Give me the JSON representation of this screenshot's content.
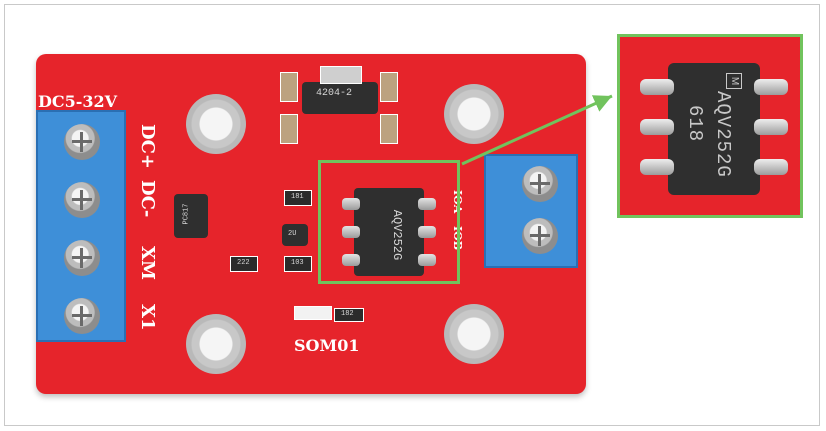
{
  "board": {
    "voltage_label": "DC5-32V",
    "dc_plus": "DC+",
    "dc_minus": "DC-",
    "xm": "XM",
    "x1": "X1",
    "name": "SOM01",
    "out_labels": [
      "IOA",
      "IOB"
    ]
  },
  "chip": {
    "model": "AQV252G",
    "code": "618",
    "logo": "M"
  },
  "components": {
    "regulator": "4204-2",
    "r1": "181",
    "r2": "222",
    "r3": "103",
    "r4": "182",
    "ic_small": "2U",
    "chip_small_text": "PC817"
  },
  "colors": {
    "board": "#e6242b",
    "terminal": "#3e8fd8",
    "highlight": "#71c35d"
  }
}
